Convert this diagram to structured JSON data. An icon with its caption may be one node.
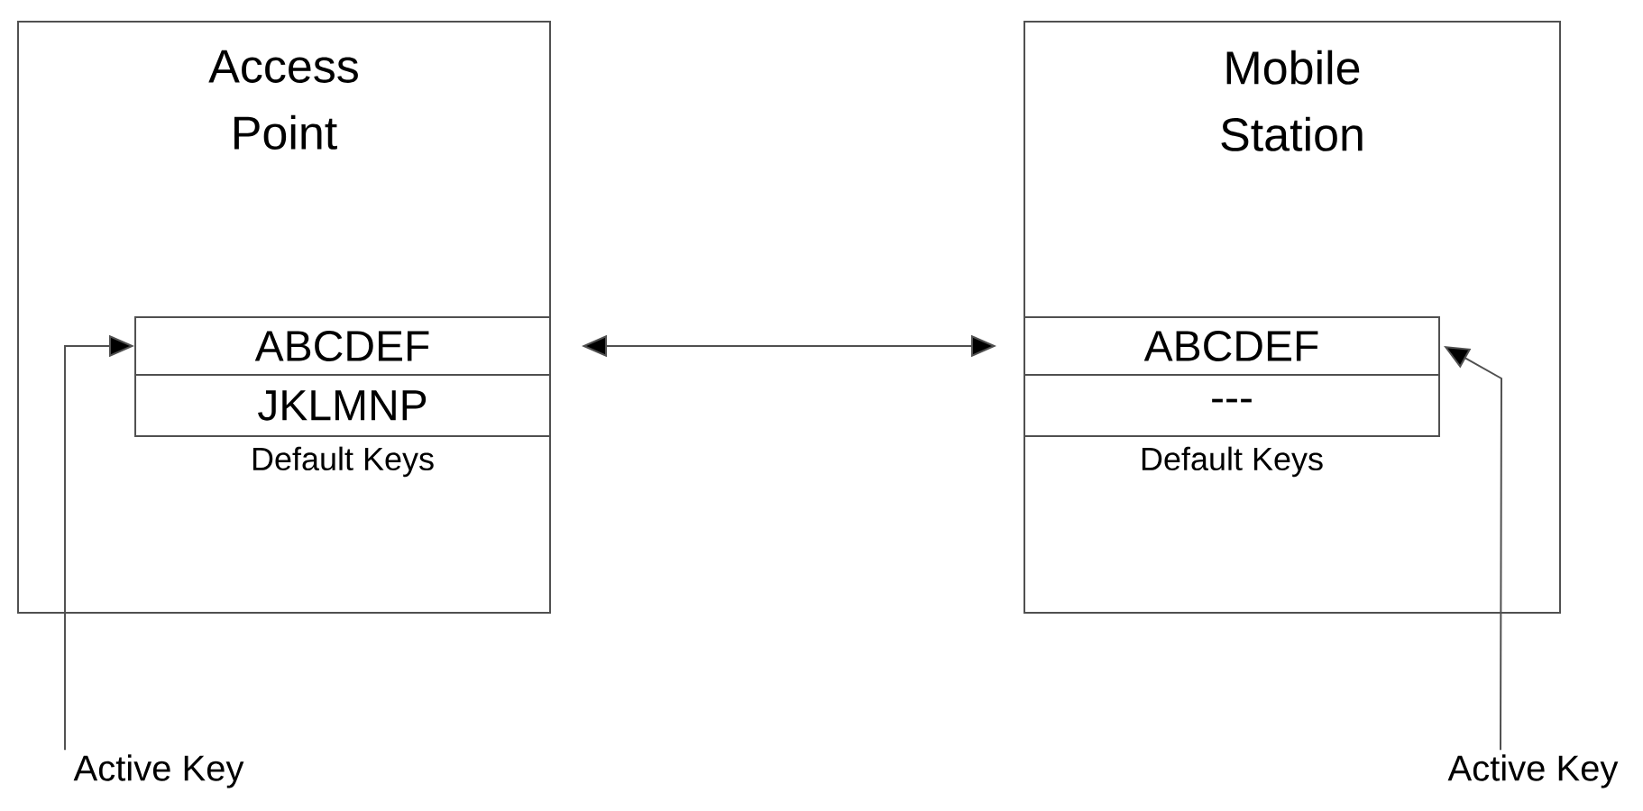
{
  "diagram": {
    "nodes": [
      {
        "text": [
          "Access Point"
        ]
      },
      {
        "text": [
          "ABCDEF"
        ],
        "in": 0
      },
      {
        "text": [
          "JKLMNP"
        ],
        "in": 0,
        "beside": [
          "Default Keys"
        ]
      },
      {
        "text": [
          "Mobile Station"
        ]
      },
      {
        "text": [
          "ABCDEF"
        ],
        "in": 3
      },
      {
        "text": [
          "---"
        ],
        "in": 3,
        "beside": [
          "Default Keys"
        ]
      },
      {
        "text": [
          "Active Key"
        ]
      },
      {
        "text": [
          "Active Key"
        ]
      }
    ],
    "edges": [
      {
        "from": 0,
        "to": 3,
        "arrow": "both"
      },
      {
        "from": 6,
        "to": 1,
        "arrow": "to"
      },
      {
        "from": 7,
        "to": 4,
        "arrow": "to"
      }
    ]
  }
}
